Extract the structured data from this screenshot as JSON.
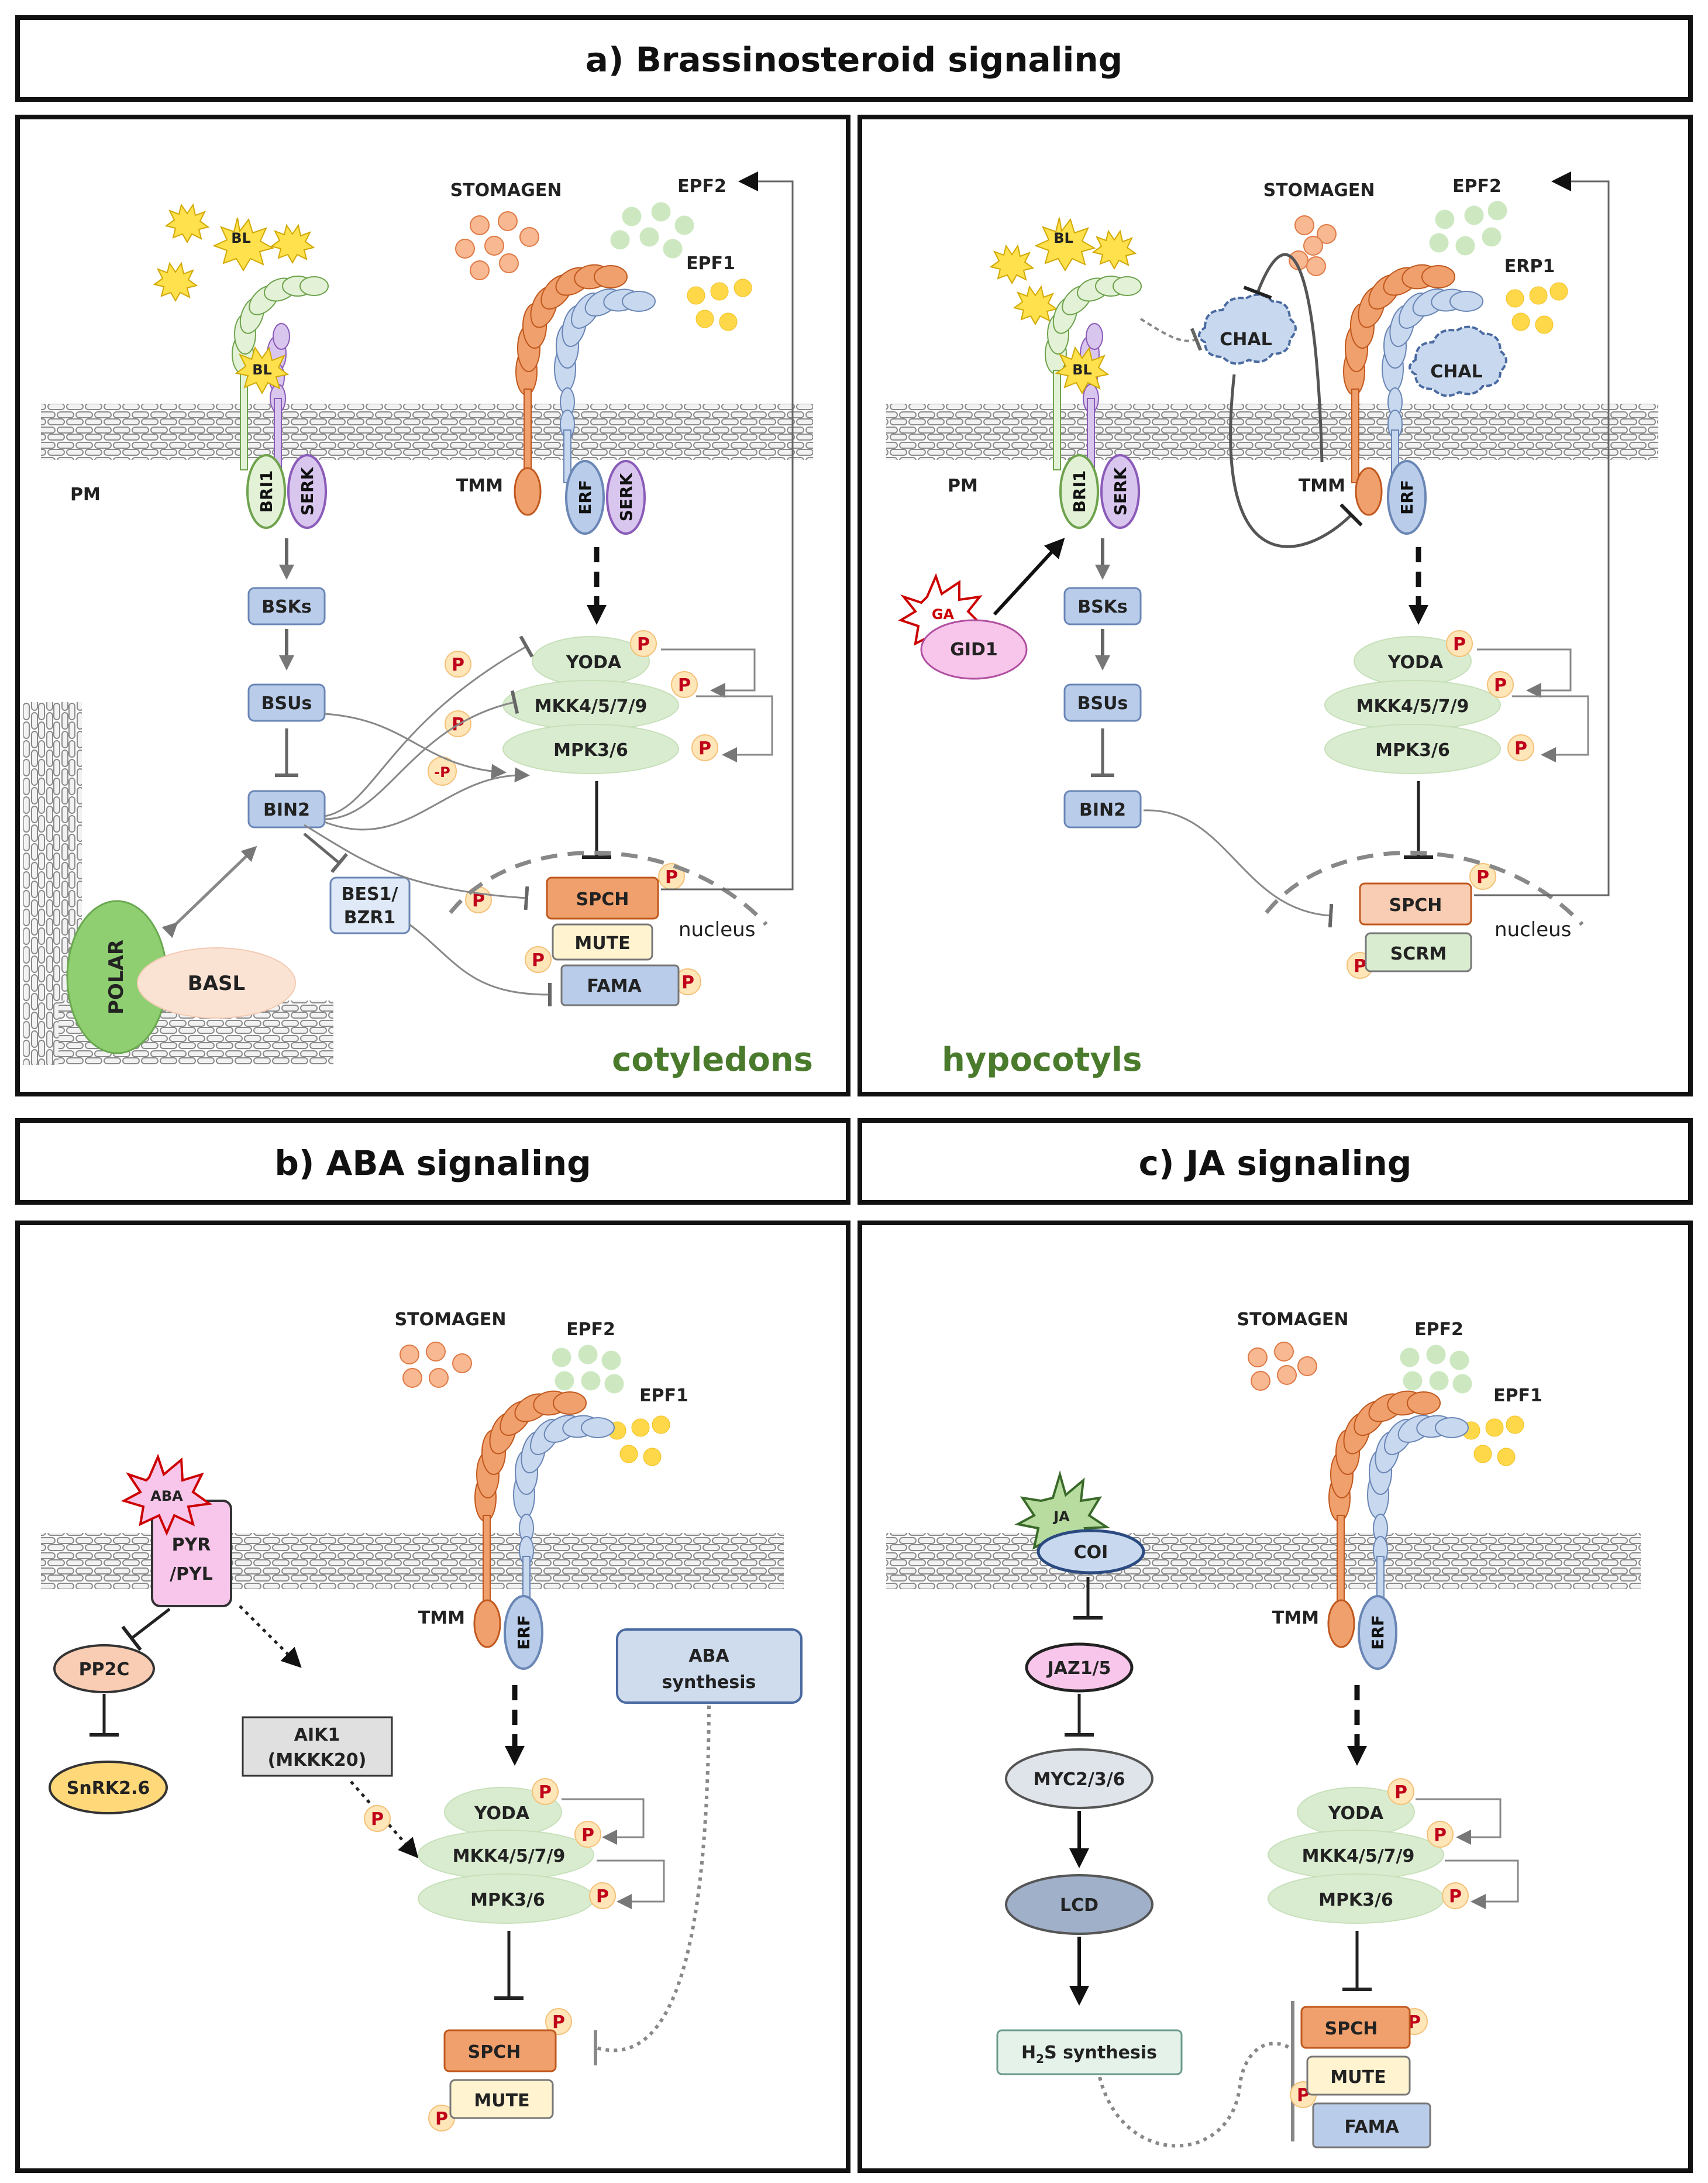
{
  "panel_titles": {
    "a": "a) Brassinosteroid  signaling",
    "b": "b) ABA signaling",
    "c": "c) JA signaling"
  },
  "tissues": {
    "cotyledons": "cotyledons",
    "hypocotyls": "hypocotyls"
  },
  "ligands": {
    "stomagen": "STOMAGEN",
    "epf2": "EPF2",
    "epf1": "EPF1",
    "erp1": "ERP1",
    "bl": "BL",
    "ga": "GA",
    "aba": "ABA",
    "ja": "JA"
  },
  "receptors": {
    "bri1": "BRI1",
    "serk": "SERK",
    "erf": "ERF",
    "tmm": "TMM",
    "pm": "PM",
    "chal": "CHAL",
    "gid1": "GID1",
    "coi": "COI",
    "pyr": "PYR",
    "pyl": "/PYL"
  },
  "signaling": {
    "bsks": "BSKs",
    "bsus": "BSUs",
    "bin2": "BIN2",
    "bes1": "BES1/",
    "bzr1": "BZR1",
    "polar": "POLAR",
    "basl": "BASL",
    "yoda": "YODA",
    "mkk": "MKK4/5/7/9",
    "mpk": "MPK3/6",
    "pp2c": "PP2C",
    "snrk": "SnRK2.6",
    "aik1": "AIK1",
    "mkkk20": "(MKKK20)",
    "aba_syn1": "ABA",
    "aba_syn2": "synthesis",
    "jaz": "JAZ1/5",
    "myc": "MYC2/3/6",
    "lcd": "LCD",
    "h2s_h": "H",
    "h2s_2": "2",
    "h2s_s": "S synthesis"
  },
  "tf": {
    "spch": "SPCH",
    "mute": "MUTE",
    "fama": "FAMA",
    "scrm": "SCRM",
    "nucleus": "nucleus"
  },
  "phospho": {
    "p": "P",
    "neg_p": "-P"
  },
  "colors": {
    "bri1": "#e3f2d6",
    "serk": "#d9c6ee",
    "orange": "#f0a06c",
    "blue": "#b9cdea",
    "green_oval": "#d9ecd0",
    "yellow": "#ffe14d",
    "pink": "#f7c6ea",
    "tissue": "#4a7a2c"
  }
}
